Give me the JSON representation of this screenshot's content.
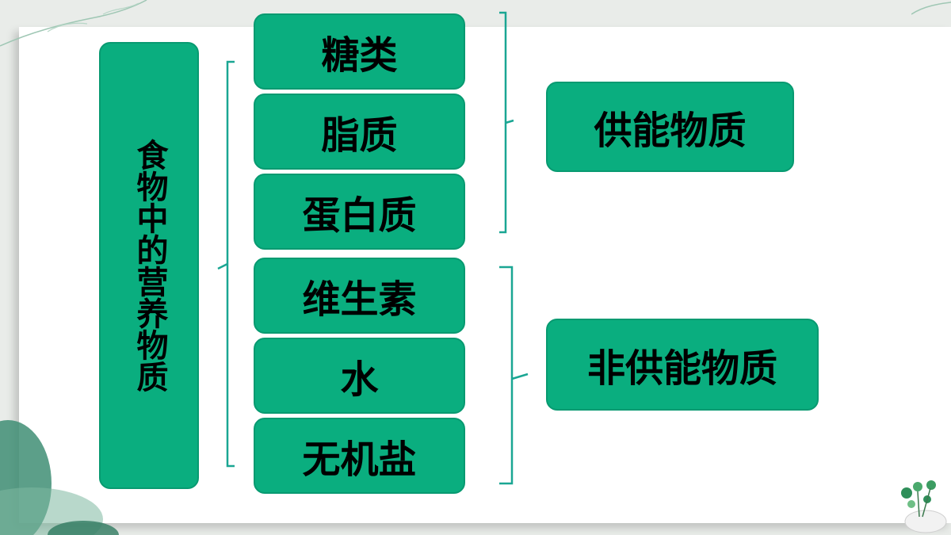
{
  "title": "食物中的营养物质",
  "nutrients": [
    "糖类",
    "脂质",
    "蛋白质",
    "维生素",
    "水",
    "无机盐"
  ],
  "groups": {
    "energy": "供能物质",
    "non_energy": "非供能物质"
  },
  "colors": {
    "box_fill": "#0aae7f",
    "bracket": "#1aa693",
    "text": "#000000"
  }
}
